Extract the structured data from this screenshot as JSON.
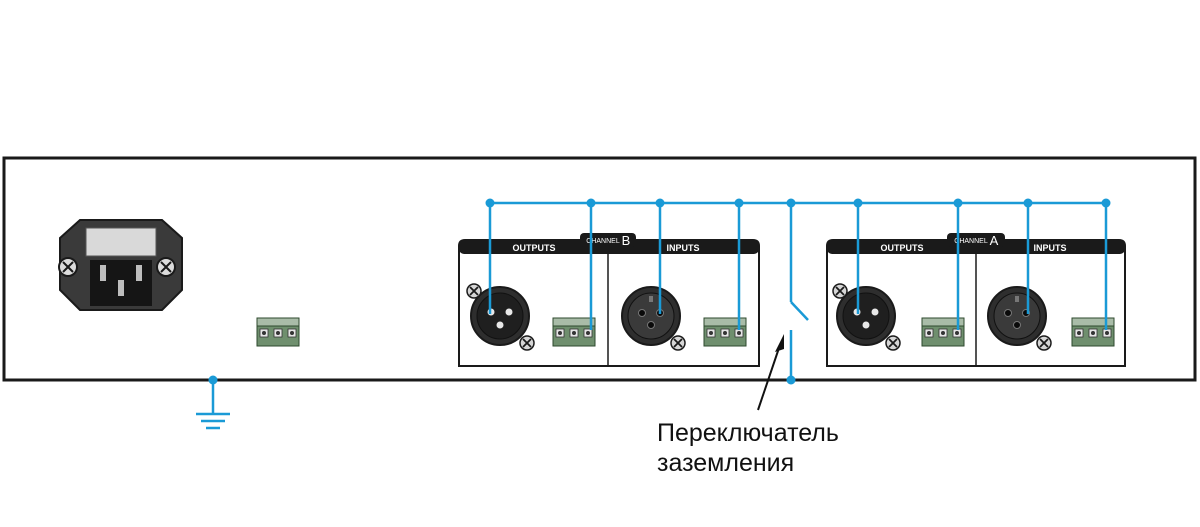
{
  "diagram": {
    "section_labels": {
      "outputs": "OUTPUTS",
      "inputs": "INPUTS",
      "channel": "CHANNEL"
    },
    "channels": [
      {
        "id": "B",
        "letter": "B"
      },
      {
        "id": "A",
        "letter": "A"
      }
    ],
    "callout": {
      "line1": "Переключатель",
      "line2": "заземления"
    },
    "colors": {
      "wire": "#1a9ad6",
      "outline": "#1a1a1a",
      "panel_header": "#1a1a1a",
      "connector_green": "#6f8f6e",
      "background": "#ffffff"
    },
    "icons": [
      "power-inlet-icon",
      "ground-symbol-icon",
      "xlr-connector-icon",
      "terminal-block-icon",
      "screw-icon",
      "ground-switch-icon"
    ]
  }
}
